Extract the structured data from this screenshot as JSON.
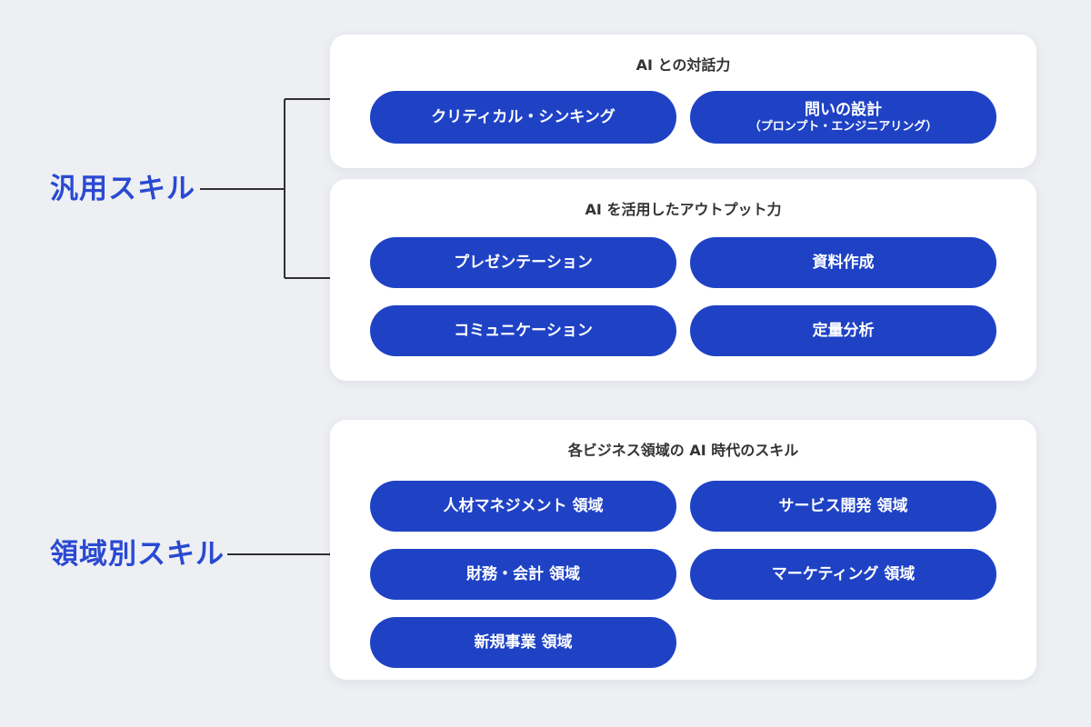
{
  "colors": {
    "page_bg": "#edeff3",
    "card_bg": "#ffffff",
    "pill_blue": "#1f42c5",
    "pill_text": "#ffffff",
    "label_blue": "#2a49d2",
    "title_text": "#333333",
    "connector": "#303030"
  },
  "side_labels": [
    {
      "id": "general-skills",
      "text": "汎用スキル"
    },
    {
      "id": "domain-skills",
      "text": "領域別スキル"
    }
  ],
  "cards": [
    {
      "title": "AI との対話力",
      "pills": [
        {
          "label": "クリティカル・シンキング"
        },
        {
          "label": "問いの設計",
          "sub": "（プロンプト・エンジニアリング）"
        }
      ]
    },
    {
      "title": "AI を活用したアウトプット力",
      "pills": [
        {
          "label": "プレゼンテーション"
        },
        {
          "label": "資料作成"
        },
        {
          "label": "コミュニケーション"
        },
        {
          "label": "定量分析"
        }
      ]
    },
    {
      "title": "各ビジネス領域の AI 時代のスキル",
      "pills": [
        {
          "label": "人材マネジメント 領域"
        },
        {
          "label": "サービス開発 領域"
        },
        {
          "label": "財務・会計 領域"
        },
        {
          "label": "マーケティング 領域"
        },
        {
          "label": "新規事業 領域"
        }
      ]
    }
  ]
}
